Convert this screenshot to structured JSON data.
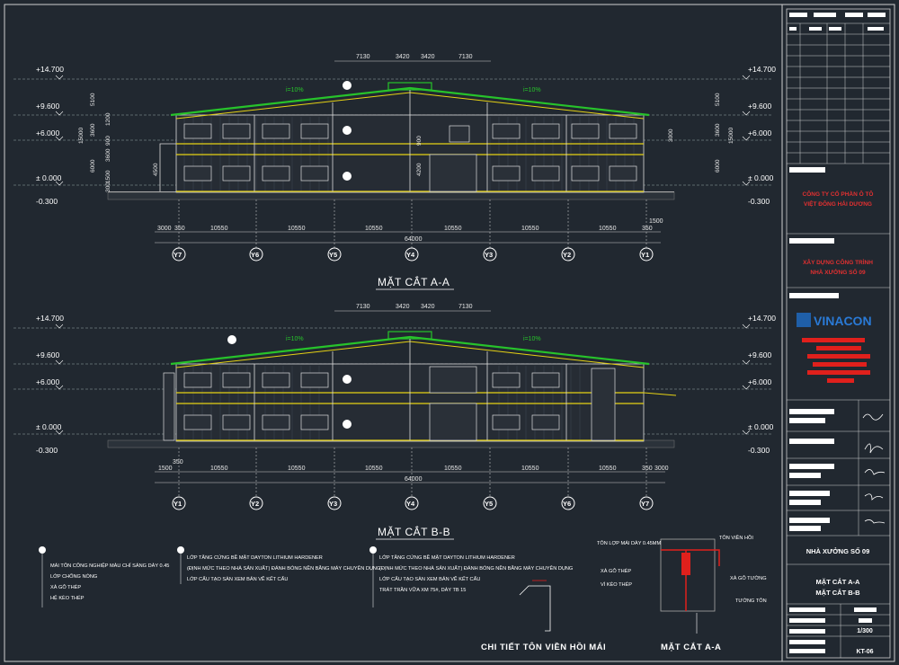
{
  "section_aa": {
    "title": "MẶT CẮT A-A",
    "levels_left": [
      "+14.700",
      "+9.600",
      "+6.000",
      "± 0.000",
      "-0.300"
    ],
    "levels_right": [
      "+14.700",
      "+9.600",
      "+6.000",
      "± 0.000",
      "-0.300"
    ],
    "top_dims": [
      "7130",
      "3420",
      "3420",
      "7130"
    ],
    "bottom_dims": [
      "3000",
      "350",
      "10550",
      "10550",
      "10550",
      "10550",
      "10550",
      "10550",
      "350",
      "1500"
    ],
    "total": "64000",
    "axes": [
      "Y7",
      "Y6",
      "Y5",
      "Y4",
      "Y3",
      "Y2",
      "Y1"
    ],
    "slope_left": "i=10%",
    "slope_right": "i=10%",
    "vert_dims_left": [
      "5100",
      "3600",
      "15000",
      "1200",
      "900",
      "3600",
      "1500",
      "300",
      "6000",
      "4500"
    ],
    "vert_dims_right": [
      "5100",
      "3600",
      "15000",
      "3000",
      "900",
      "4200",
      "6000"
    ]
  },
  "section_bb": {
    "title": "MẶT CẮT B-B",
    "levels_left": [
      "+14.700",
      "+9.600",
      "+6.000",
      "± 0.000",
      "-0.300"
    ],
    "levels_right": [
      "+14.700",
      "+9.600",
      "+6.000",
      "± 0.000",
      "-0.300"
    ],
    "top_dims": [
      "7130",
      "3420",
      "3420",
      "7130"
    ],
    "bottom_dims": [
      "1500",
      "350",
      "10550",
      "10550",
      "10550",
      "10550",
      "10550",
      "10550",
      "350",
      "3000"
    ],
    "total": "64000",
    "axes": [
      "Y1",
      "Y2",
      "Y3",
      "Y4",
      "Y5",
      "Y6",
      "Y7"
    ],
    "slope_left": "i=10%",
    "slope_right": "i=10%"
  },
  "notes": {
    "note1": [
      "MÁI TÔN CÔNG NGHIỆP MÀU CHỈ SÁNG DÀY 0.45",
      "LỚP CHỐNG NÓNG",
      "XÀ GỖ THÉP",
      "HỆ KÈO THÉP"
    ],
    "note2": [
      "LỚP TĂNG CỨNG BỀ MẶT DAYTON LITHIUM HARDENER",
      "(ĐỊNH MỨC THEO NHÀ SẢN XUẤT) ĐÁNH BÓNG NỀN BẰNG MÁY CHUYÊN DỤNG",
      "LỚP CẤU TẠO SÀN XEM BẢN VẼ KẾT CẤU"
    ],
    "note3": [
      "LỚP TĂNG CỨNG BỀ MẶT DAYTON LITHIUM HARDENER",
      "(ĐỊNH MỨC THEO NHÀ SẢN XUẤT) ĐÁNH BÓNG NỀN BẰNG MÁY CHUYÊN DỤNG",
      "LỚP CẤU TẠO SÀN XEM BẢN VẼ KẾT CẤU",
      "TRÁT TRẦN VỮA XM 75#, DÀY TB 15"
    ]
  },
  "detail1": {
    "title": "CHI TIẾT TÔN VIỀN HỒI MÁI"
  },
  "detail2": {
    "title": "MẶT CẮT A-A",
    "labels": [
      "TÔN LỢP MÁI DÀY 0.45MM",
      "TÔN VIỀN HỒI",
      "XÀ GỖ THÉP",
      "XÀ GỖ TƯỜNG",
      "VÌ KÈO THÉP",
      "TƯỜNG TÔN"
    ]
  },
  "title_block": {
    "company_line1": "CÔNG TY CỔ PHẦN Ô TÔ",
    "company_line2": "VIỆT ĐÔNG HẢI DƯƠNG",
    "project_line1": "XÂY DỰNG CÔNG TRÌNH",
    "project_line2": "NHÀ XƯỞNG SỐ 09",
    "logo": "VINACON",
    "building": "NHÀ XƯỞNG SỐ 09",
    "drawing_line1": "MẶT CẮT  A-A",
    "drawing_line2": "MẶT CẮT  B-B",
    "scale": "1/300",
    "sheet": "KT-06"
  },
  "colors": {
    "background": "#212830",
    "roof": "#27c32b",
    "floor": "#e6d214",
    "dims": "#e8e8e8",
    "red": "#e0201c",
    "logo_blue": "#1f5fa8"
  }
}
